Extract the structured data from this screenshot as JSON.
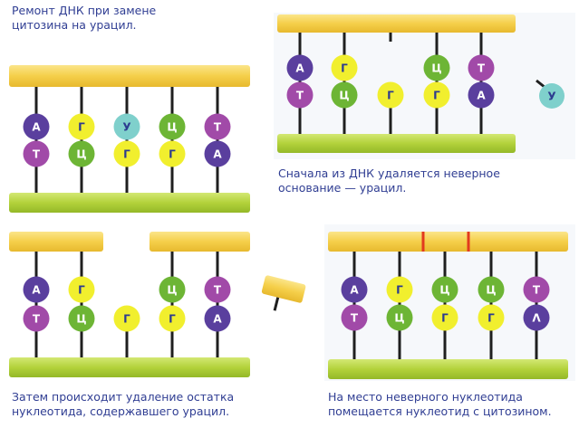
{
  "title": "Ремонт ДНК при замене\nцитозина на урацил.",
  "captions": {
    "step1": "Сначала из ДНК удаляется неверное\nоснование —  урацил.",
    "step2": "Затем происходит удаление остатка\nнуклеотида, содержавшего урацил.",
    "step3": "На место неверного нуклеотида\nпомещается нуклеотид с цитозином."
  },
  "colors": {
    "strand_top": "#f7d154",
    "strand_bottom": "#b6d33c",
    "A": "#5a3f9e",
    "T": "#a14aa8",
    "G": "#f1ef2e",
    "C": "#6db535",
    "U": "#7fd0cc"
  },
  "panels": [
    {
      "id": "initial",
      "pairs": [
        [
          "А",
          "Т"
        ],
        [
          "Г",
          "Ц"
        ],
        [
          "У",
          "Г"
        ],
        [
          "Ц",
          "Г"
        ],
        [
          "Т",
          "А"
        ]
      ]
    },
    {
      "id": "base_removed",
      "pairs": [
        [
          "А",
          "Т"
        ],
        [
          "Г",
          "Ц"
        ],
        [
          null,
          "Г"
        ],
        [
          "Ц",
          "Г"
        ],
        [
          "Т",
          "А"
        ]
      ],
      "removed_base": "У"
    },
    {
      "id": "nucleotide_removed",
      "pairs": [
        [
          "А",
          "Т"
        ],
        [
          "Г",
          "Ц"
        ],
        [
          null,
          "Г"
        ],
        [
          "Ц",
          "Г"
        ],
        [
          "Т",
          "А"
        ]
      ]
    },
    {
      "id": "repaired",
      "pairs": [
        [
          "А",
          "Т"
        ],
        [
          "Г",
          "Ц"
        ],
        [
          "Ц",
          "Г"
        ],
        [
          "Ц",
          "Г"
        ],
        [
          "Т",
          "Λ"
        ]
      ]
    }
  ]
}
